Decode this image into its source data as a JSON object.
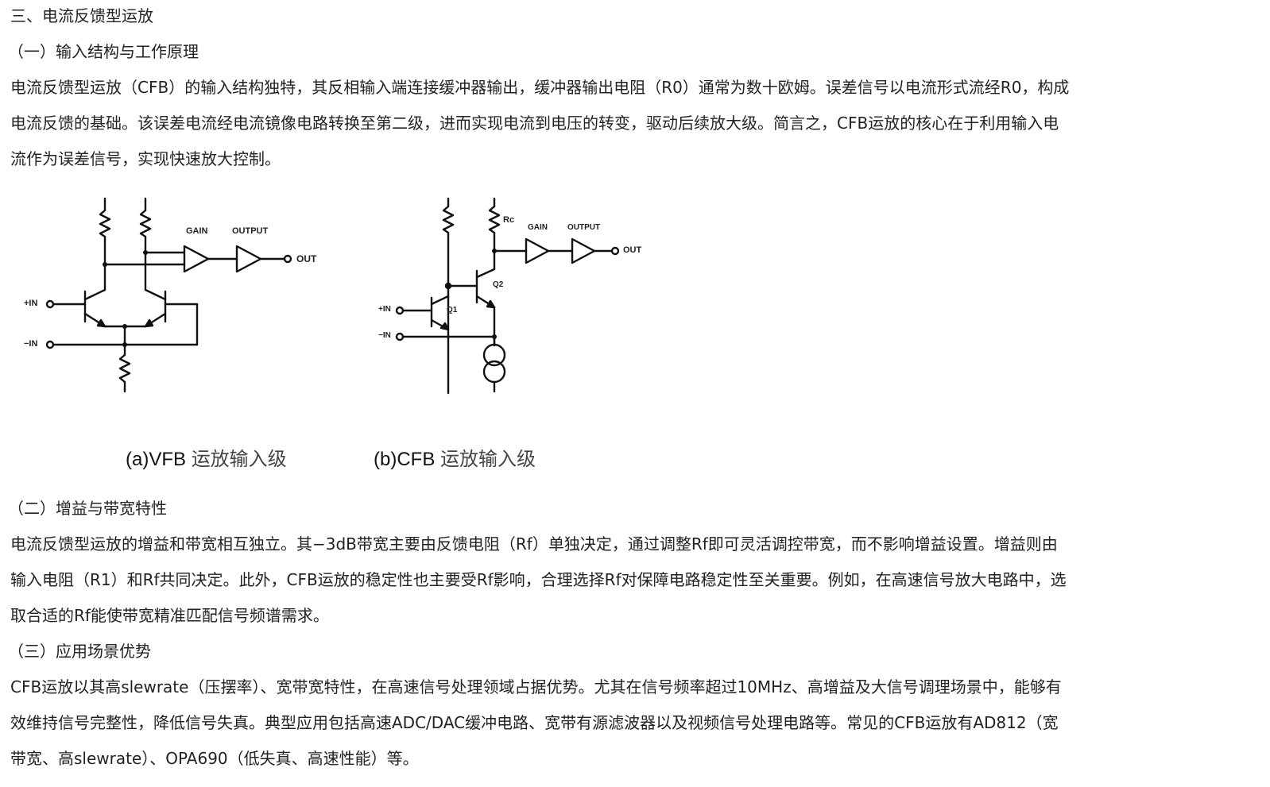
{
  "section_title": "三、电流反馈型运放",
  "sub1": {
    "heading": "（一）输入结构与工作原理",
    "lines": [
      "电流反馈型运放（CFB）的输入结构独特，其反相输入端连接缓冲器输出，缓冲器输出电阻（R0）通常为数十欧姆。误差信号以电流形式流经R0，构成",
      "电流反馈的基础。该误差电流经电流镜像电路转换至第二级，进而实现电流到电压的转变，驱动后续放大级。简言之，CFB运放的核心在于利用输入电",
      "流作为误差信号，实现快速放大控制。"
    ]
  },
  "figure": {
    "vfb": {
      "gain_label": "GAIN",
      "output_label": "OUTPUT",
      "out_label": "OUT",
      "in_plus": "+IN",
      "in_minus": "−IN",
      "caption_prefix": "(a)VFB",
      "caption_cn": "运放输入级"
    },
    "cfb": {
      "rc_label": "Rc",
      "gain_label": "GAIN",
      "output_label": "OUTPUT",
      "out_label": "OUT",
      "q1": "Q1",
      "q2": "Q2",
      "in_plus": "+IN",
      "in_minus": "−IN",
      "caption_prefix": "(b)CFB",
      "caption_cn": "运放输入级"
    }
  },
  "sub2": {
    "heading": "（二）增益与带宽特性",
    "lines": [
      "电流反馈型运放的增益和带宽相互独立。其−3dB带宽主要由反馈电阻（Rf）单独决定，通过调整Rf即可灵活调控带宽，而不影响增益设置。增益则由",
      "输入电阻（R1）和Rf共同决定。此外，CFB运放的稳定性也主要受Rf影响，合理选择Rf对保障电路稳定性至关重要。例如，在高速信号放大电路中，选",
      "取合适的Rf能使带宽精准匹配信号频谱需求。"
    ]
  },
  "sub3": {
    "heading": "（三）应用场景优势",
    "lines": [
      "CFB运放以其高slewrate（压摆率）、宽带宽特性，在高速信号处理领域占据优势。尤其在信号频率超过10MHz、高增益及大信号调理场景中，能够有",
      "效维持信号完整性，降低信号失真。典型应用包括高速ADC/DAC缓冲电路、宽带有源滤波器以及视频信号处理电路等。常见的CFB运放有AD812（宽",
      "带宽、高slewrate）、OPA690（低失真、高速性能）等。"
    ]
  }
}
